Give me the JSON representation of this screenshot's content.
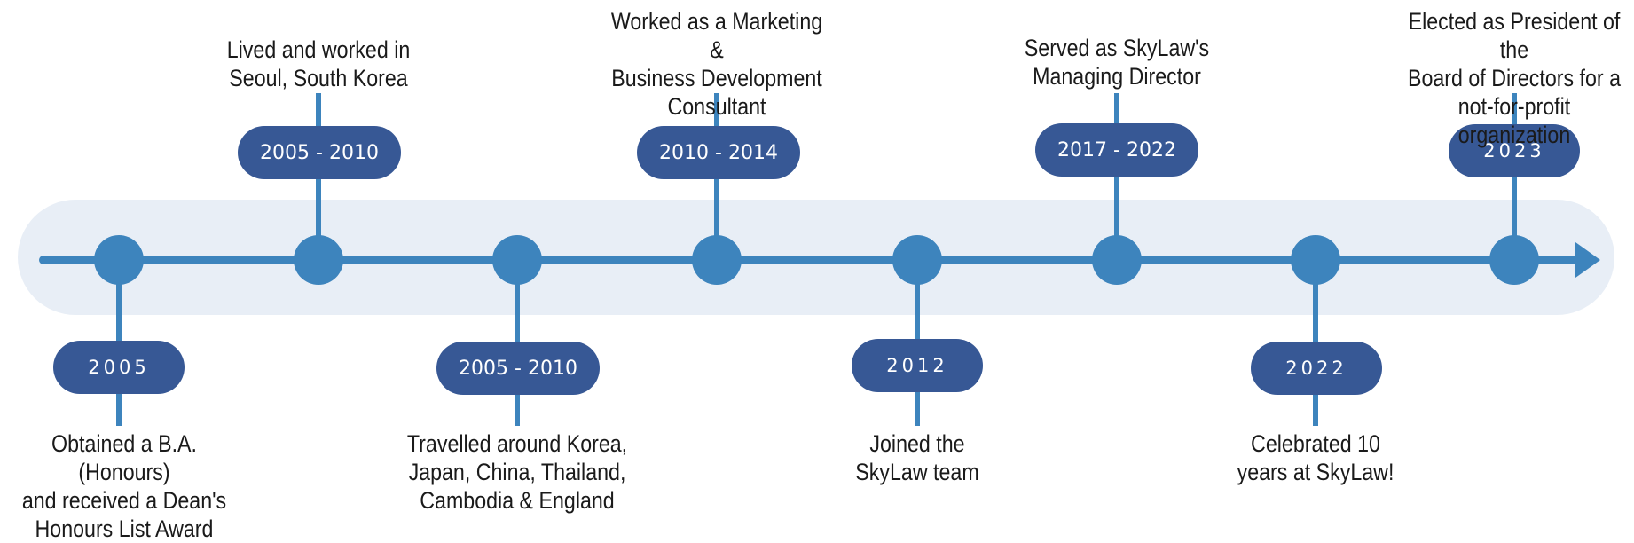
{
  "timeline": {
    "events": [
      {
        "date": "2005",
        "description": "Obtained a B.A. (Honours)\nand received a Dean's\nHonours List Award"
      },
      {
        "date": "2005 - 2010",
        "description": "Lived and worked in\nSeoul, South Korea"
      },
      {
        "date": "2005 - 2010",
        "description": "Travelled around Korea,\nJapan, China, Thailand,\nCambodia & England"
      },
      {
        "date": "2010 - 2014",
        "description": "Worked as a Marketing &\nBusiness Development\nConsultant"
      },
      {
        "date": "2012",
        "description": "Joined the\nSkyLaw team"
      },
      {
        "date": "2017 - 2022",
        "description": "Served as SkyLaw's\nManaging Director"
      },
      {
        "date": "2022",
        "description": "Celebrated 10\nyears at SkyLaw!"
      },
      {
        "date": "2023",
        "description": "Elected as President of the\nBoard of Directors for a\nnot-for-profit organization"
      }
    ]
  },
  "colors": {
    "line": "#3d84bd",
    "pill": "#375895",
    "band": "#e8eef6"
  }
}
